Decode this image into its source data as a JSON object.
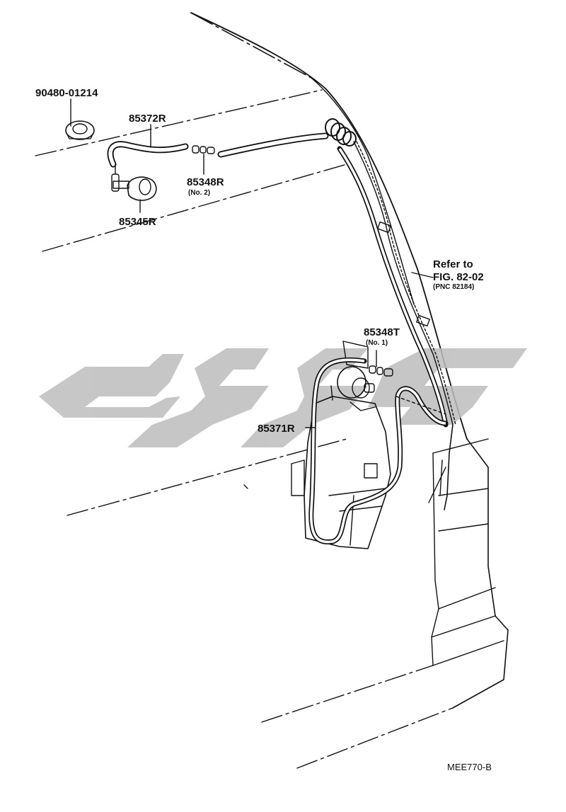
{
  "labels": {
    "clip": "90480-01214",
    "hose_upper": "85372R",
    "joint_upper": "85348R",
    "joint_upper_note": "(No. 2)",
    "nozzle": "85345R",
    "refer_line1": "Refer to",
    "refer_line2": "FIG. 82-02",
    "refer_line3": "(PNC 82184)",
    "joint_lower": "85348T",
    "joint_lower_note": "(No. 1)",
    "hose_lower": "85371R",
    "drawing_code": "MEE770-B"
  },
  "watermark": {
    "color": "#bdbdbd"
  }
}
